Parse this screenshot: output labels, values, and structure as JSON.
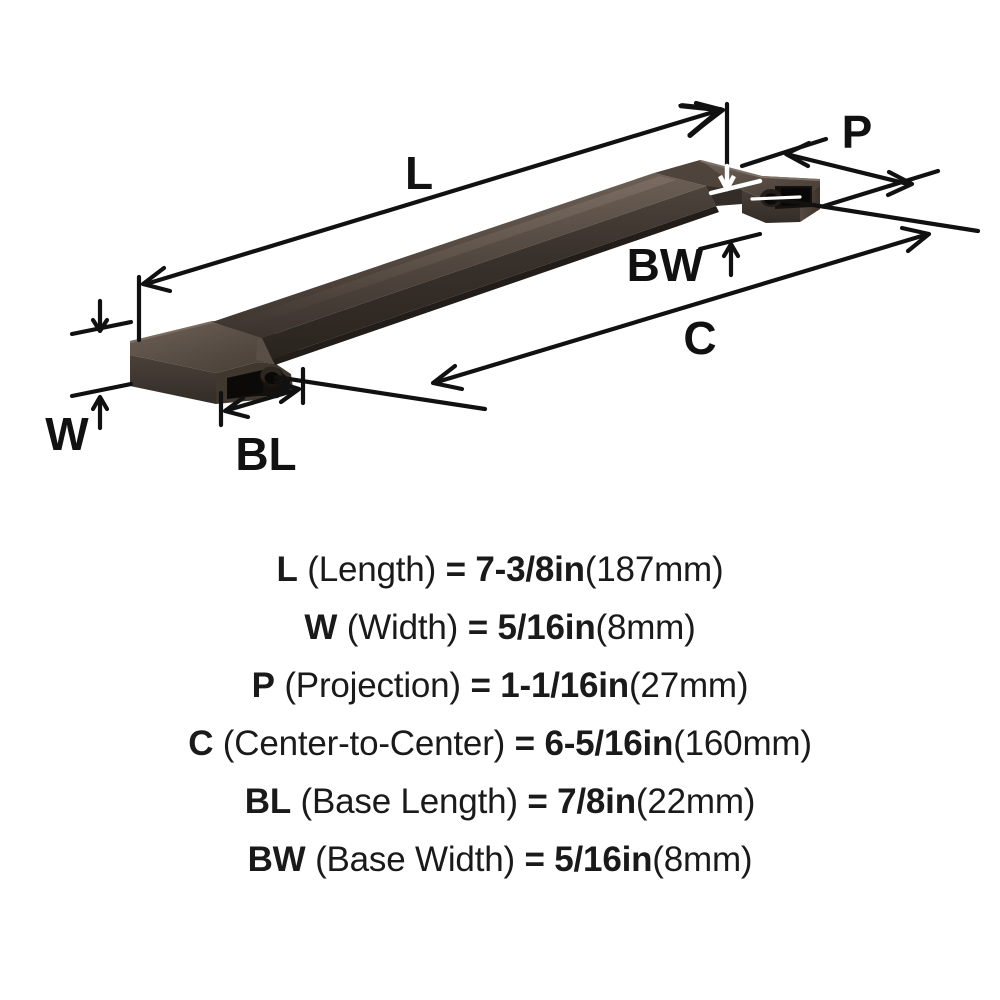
{
  "product": {
    "type": "cabinet-pull-handle",
    "finish_color": "#4a4039",
    "view": "isometric-three-quarter"
  },
  "diagram": {
    "labels": {
      "length": "L",
      "width": "W",
      "projection": "P",
      "center_to_center": "C",
      "base_length": "BL",
      "base_width": "BW"
    },
    "line_color": "#111111",
    "white_marker_color": "#ffffff"
  },
  "specs": [
    {
      "symbol": "L",
      "name": "(Length)",
      "equals": "=",
      "value": "7-3/8in",
      "metric": "(187mm)"
    },
    {
      "symbol": "W",
      "name": "(Width)",
      "equals": "=",
      "value": "5/16in",
      "metric": "(8mm)"
    },
    {
      "symbol": "P",
      "name": "(Projection)",
      "equals": "=",
      "value": "1-1/16in",
      "metric": "(27mm)"
    },
    {
      "symbol": "C",
      "name": "(Center-to-Center)",
      "equals": "=",
      "value": "6-5/16in",
      "metric": "(160mm)"
    },
    {
      "symbol": "BL",
      "name": "(Base Length)",
      "equals": "=",
      "value": "7/8in",
      "metric": "(22mm)"
    },
    {
      "symbol": "BW",
      "name": "(Base Width)",
      "equals": "=",
      "value": "5/16in",
      "metric": "(8mm)"
    }
  ]
}
